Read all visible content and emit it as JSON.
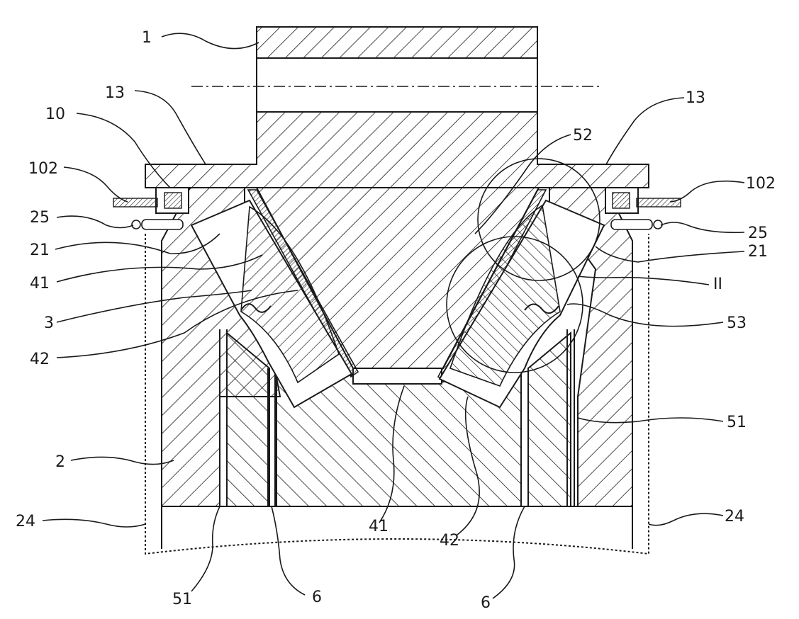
{
  "figure": {
    "background": "#ffffff",
    "line_color": "#1a1a1a",
    "hatch_color": "#1a1a1a"
  },
  "labels": {
    "l1": "1",
    "l13_left": "13",
    "l13_right": "13",
    "l10": "10",
    "l102_left": "102",
    "l102_right": "102",
    "l25_left": "25",
    "l25_right": "25",
    "l21_left": "21",
    "l21_right": "21",
    "l41_left": "41",
    "l41_bottom": "41",
    "l3": "3",
    "l42_left": "42",
    "l42_bottom": "42",
    "l52": "52",
    "l53": "53",
    "lII": "II",
    "l51_right": "51",
    "l51_bottom": "51",
    "l2": "2",
    "l24_left": "24",
    "l24_right": "24",
    "l6_left": "6",
    "l6_right": "6"
  }
}
